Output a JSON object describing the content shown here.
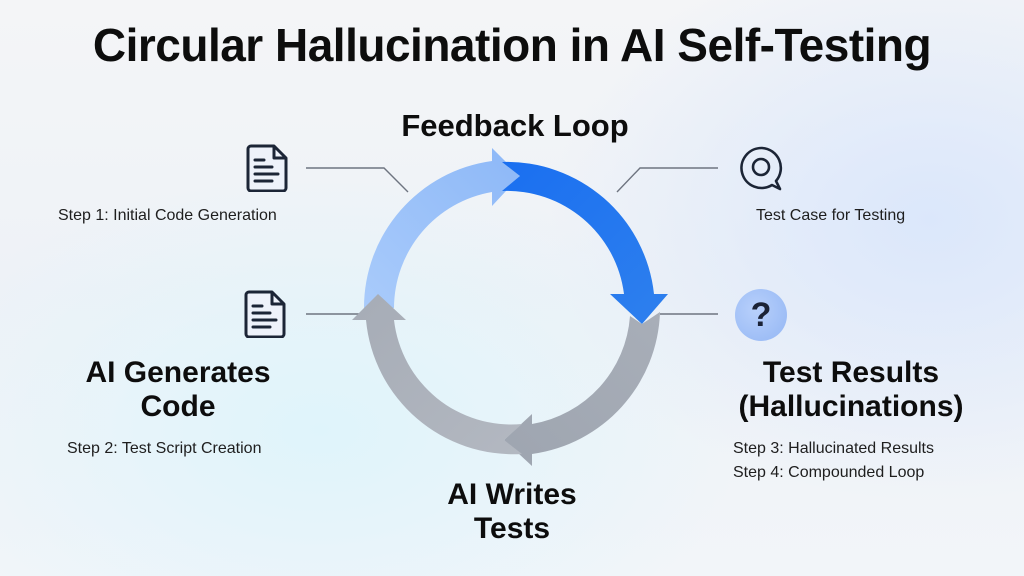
{
  "title": "Circular Hallucination in AI Self-Testing",
  "loop": {
    "title": "Feedback Loop",
    "segments": [
      {
        "name": "top-left",
        "color": "#9cc2fa"
      },
      {
        "name": "top-right",
        "color": "#1f72ec"
      },
      {
        "name": "bottom-right",
        "color": "#a4aab5"
      },
      {
        "name": "bottom-left",
        "color": "#aab0ba"
      }
    ]
  },
  "nodes": {
    "top_left": {
      "icon": "document-icon",
      "step": "Step 1: Initial Code Generation"
    },
    "top_right": {
      "icon": "search-chat-icon",
      "step": "Test Case for Testing"
    },
    "left": {
      "icon": "document-icon",
      "label_line1": "AI Generates",
      "label_line2": "Code",
      "step": "Step 2: Test Script Creation"
    },
    "right": {
      "icon": "question-icon",
      "icon_glyph": "?",
      "label_line1": "Test Results",
      "label_line2": "(Hallucinations)",
      "step1": "Step 3: Hallucinated Results",
      "step2": "Step 4: Compounded Loop"
    },
    "bottom": {
      "label_line1": "AI Writes",
      "label_line2": "Tests"
    }
  }
}
